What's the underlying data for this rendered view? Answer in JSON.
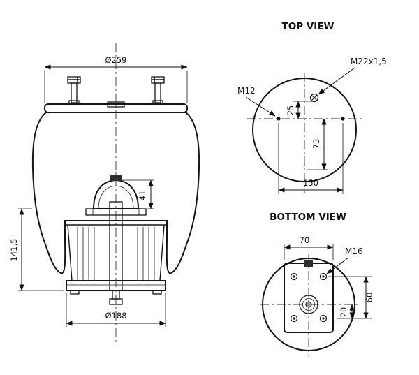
{
  "drawing": {
    "background": "#ffffff",
    "line_color": "#151515"
  },
  "side_view": {
    "dims": {
      "top_diameter": "Ø259",
      "bottom_diameter": "Ø188",
      "piston_height": "141,5",
      "bumper_height": "41"
    }
  },
  "top_view": {
    "title": "TOP VIEW",
    "labels": {
      "stud_thread": "M12",
      "fitting_thread": "M22x1,5",
      "fitting_offset": "25",
      "fitting_distance": "73",
      "stud_spacing": "150"
    }
  },
  "bottom_view": {
    "title": "BOTTOM VIEW",
    "labels": {
      "stud_thread": "M16",
      "stud_spacing_x": "70",
      "stud_spacing_y": "60",
      "center_offset": "20"
    }
  }
}
